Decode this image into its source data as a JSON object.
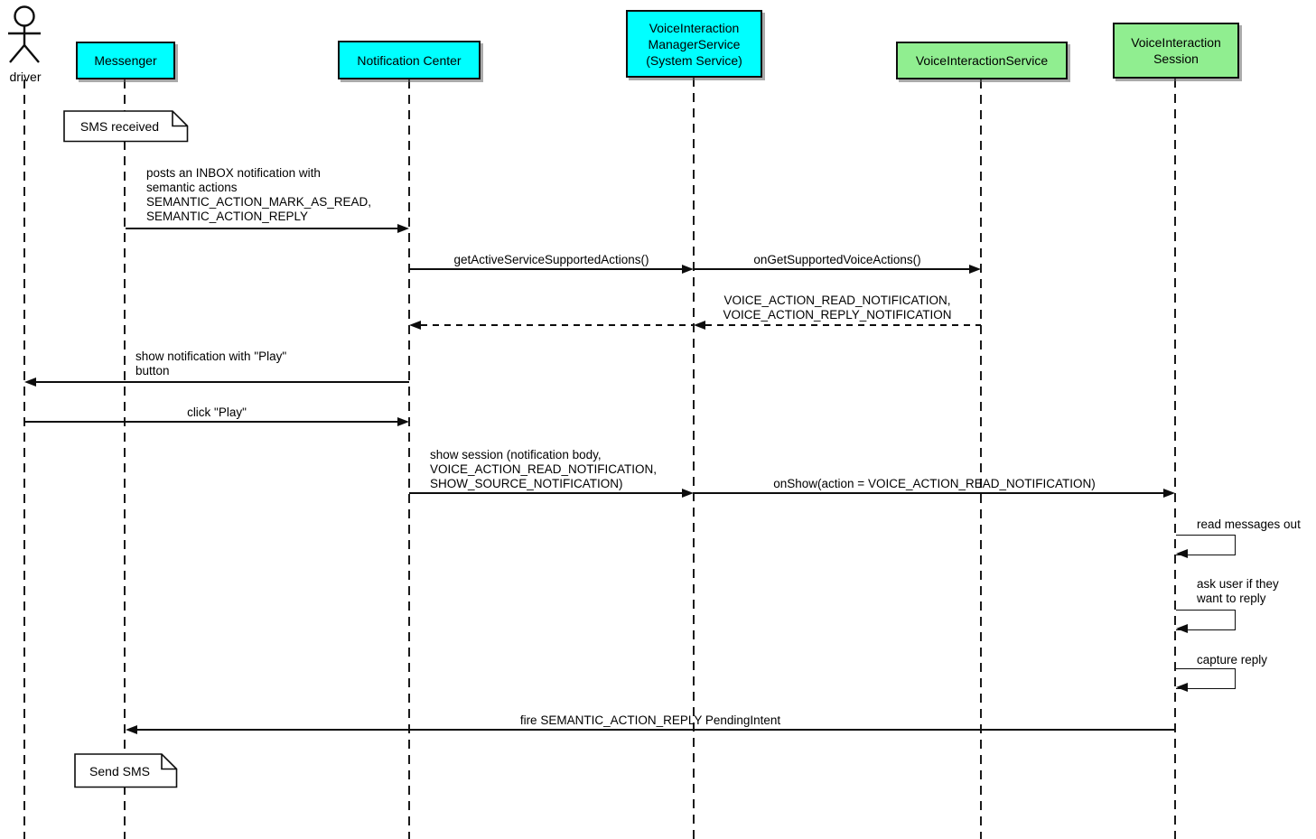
{
  "actor": {
    "label": "driver"
  },
  "participants": {
    "messenger": {
      "label": "Messenger",
      "color": "#00ffff"
    },
    "notification_center": {
      "label": "Notification Center",
      "color": "#00ffff"
    },
    "vi_manager_service": {
      "line1": "VoiceInteraction",
      "line2": "ManagerService",
      "line3": "(System Service)",
      "color": "#00ffff"
    },
    "vi_service": {
      "label": "VoiceInteractionService",
      "color": "#90ee90"
    },
    "vi_session": {
      "line1": "VoiceInteraction",
      "line2": "Session",
      "color": "#90ee90"
    }
  },
  "notes": {
    "sms_received": "SMS received",
    "send_sms": "Send SMS"
  },
  "messages": {
    "post_inbox": {
      "line1": "posts an INBOX notification with",
      "line2": "semantic actions",
      "line3": "SEMANTIC_ACTION_MARK_AS_READ,",
      "line4": "SEMANTIC_ACTION_REPLY"
    },
    "get_active_actions": "getActiveServiceSupportedActions()",
    "on_get_supported": "onGetSupportedVoiceActions()",
    "voice_actions_return": {
      "line1": "VOICE_ACTION_READ_NOTIFICATION,",
      "line2": "VOICE_ACTION_REPLY_NOTIFICATION"
    },
    "show_notification": {
      "line1": "show notification with \"Play\"",
      "line2": "button"
    },
    "click_play": "click \"Play\"",
    "show_session": {
      "line1": "show session (notification body,",
      "line2": "VOICE_ACTION_READ_NOTIFICATION,",
      "line3": "SHOW_SOURCE_NOTIFICATION)"
    },
    "on_show": "onShow(action = VOICE_ACTION_READ_NOTIFICATION)",
    "read_messages": "read messages out",
    "ask_user": {
      "line1": "ask user if they",
      "line2": "want to reply"
    },
    "capture_reply": "capture reply",
    "fire_reply": "fire SEMANTIC_ACTION_REPLY PendingIntent"
  },
  "colors": {
    "participant_cyan": "#00ffff",
    "participant_green": "#90ee90",
    "line": "#0d0d0d",
    "note_bg": "#ffffff"
  }
}
